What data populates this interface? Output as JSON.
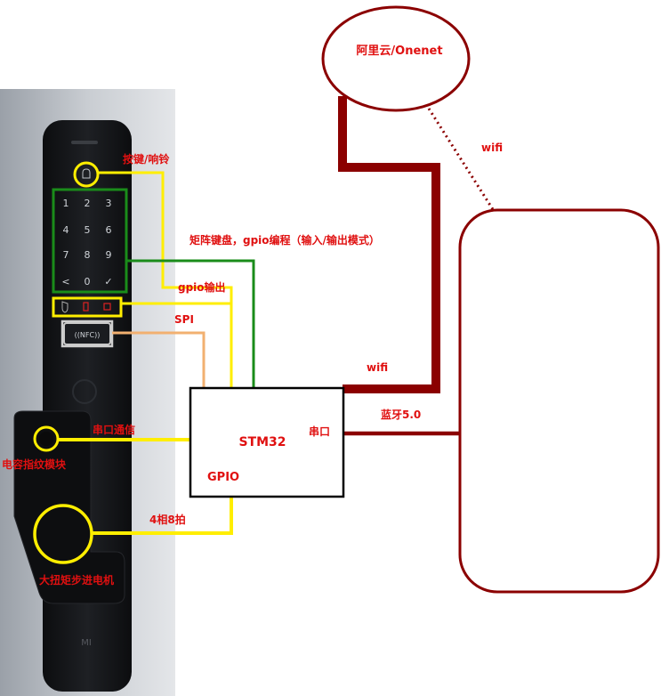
{
  "cloud": {
    "label": "阿里云/Onenet"
  },
  "mcu": {
    "title": "STM32",
    "serial_port": "串口",
    "gpio": "GPIO"
  },
  "labels": {
    "button_bell": "按键/响铃",
    "matrix_keyboard": "矩阵键盘，gpio编程（输入/输出模式）",
    "gpio_output": "gpio输出",
    "spi": "SPI",
    "wifi_top": "wifi",
    "wifi_mid": "wifi",
    "bluetooth": "蓝牙5.0",
    "uart_comm": "串口通信",
    "fingerprint_module": "电容指纹模块",
    "four_phase": "4相8拍",
    "stepper_motor": "大扭矩步进电机"
  },
  "lock": {
    "keys": [
      "1",
      "2",
      "3",
      "4",
      "5",
      "6",
      "7",
      "8",
      "9",
      "<",
      "0",
      "✓"
    ],
    "nfc": "((NFC))",
    "brand": "MI"
  },
  "colors": {
    "dark_red": "#8b0000",
    "green": "#1a8c1a",
    "yellow": "#ffee00",
    "orange": "#f2b070",
    "label_red": "#e01010"
  }
}
